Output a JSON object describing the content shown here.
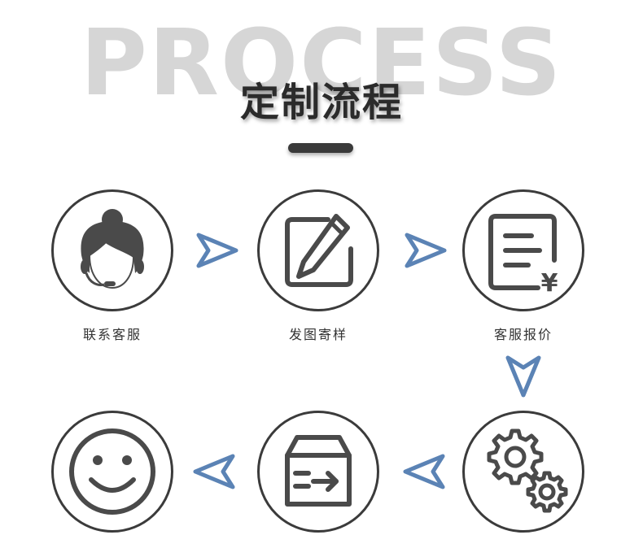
{
  "background_word": "PROCESS",
  "title": "定制流程",
  "colors": {
    "arrow": "#5b83b5",
    "icon": "#4a4a4a",
    "circle": "#3b3b3b"
  },
  "steps": [
    {
      "label": "联系客服",
      "icon": "customer-service-icon"
    },
    {
      "label": "发图寄样",
      "icon": "edit-icon"
    },
    {
      "label": "客服报价",
      "icon": "quote-icon"
    },
    {
      "label": "",
      "icon": "gears-icon"
    },
    {
      "label": "",
      "icon": "shipping-box-icon"
    },
    {
      "label": "",
      "icon": "smiley-icon"
    }
  ]
}
